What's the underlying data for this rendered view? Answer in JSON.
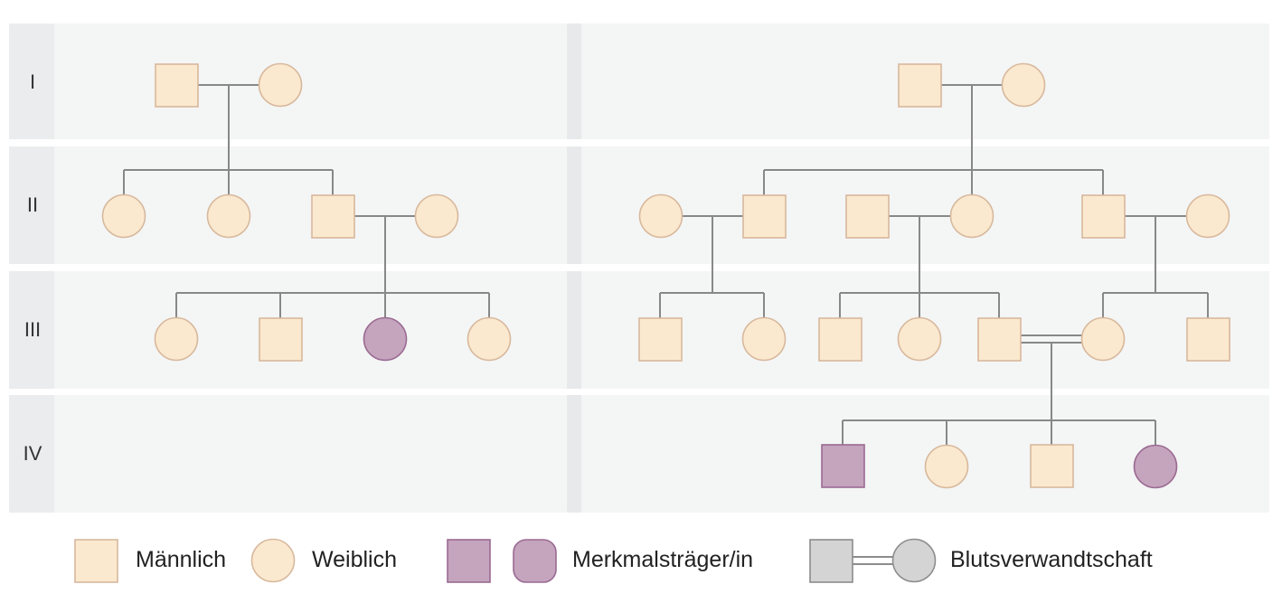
{
  "generations": [
    "I",
    "II",
    "III",
    "IV"
  ],
  "legend": {
    "male": "Männlich",
    "female": "Weiblich",
    "affected": "Merkmalsträger/in",
    "consanguinity": "Blutsverwandtschaft"
  },
  "colors": {
    "row_bg": "#f4f5f5",
    "label_bg": "#ebeced",
    "divider": "#e8e9ea",
    "unaffected_fill": "#fbe9cf",
    "unaffected_stroke": "#d7b89c",
    "affected_fill": "#c5a4bd",
    "affected_stroke": "#9a6a92",
    "consanguinity_fill": "#d4d4d4",
    "consanguinity_stroke": "#8c8c8c",
    "line": "#888888"
  }
}
